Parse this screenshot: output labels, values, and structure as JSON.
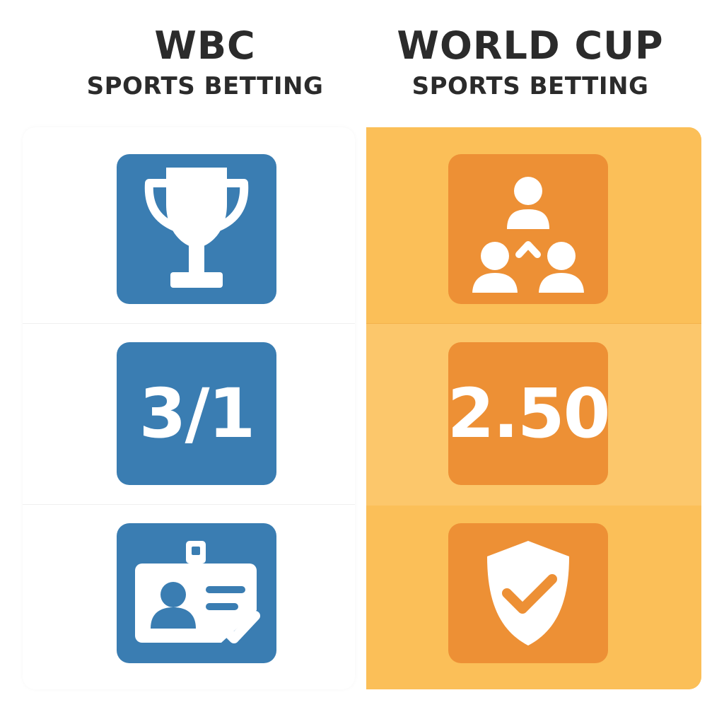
{
  "left_column": {
    "title": "WBC",
    "subtitle": "SPORTS BETTING",
    "odds": "3/1",
    "tile_color": "#3a7db2",
    "icons": [
      "trophy-icon",
      "id-card-verified-icon"
    ]
  },
  "right_column": {
    "title": "WORLD CUP",
    "subtitle": "SPORTS BETTING",
    "odds": "2.50",
    "tile_color": "#ed9035",
    "panel_color": "#fbbf58",
    "icons": [
      "users-network-icon",
      "shield-check-icon"
    ]
  }
}
